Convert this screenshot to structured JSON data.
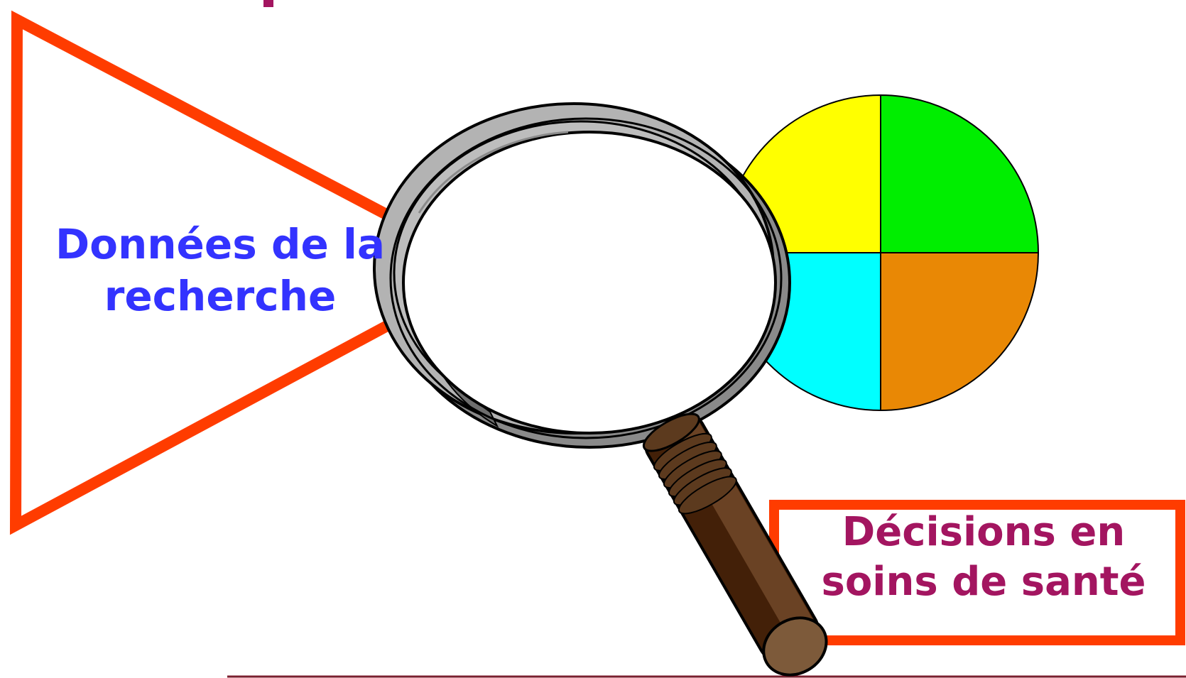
{
  "labels": {
    "research": {
      "line1": "Données de la",
      "line2": "recherche"
    },
    "decisions": {
      "line1": "Décisions en",
      "line2": "soins de santé"
    }
  },
  "colors": {
    "shape_outline": "#ff3c00",
    "research_text": "#3333ff",
    "decisions_text": "#a31560",
    "pie_yellow": "#ffff00",
    "pie_green": "#00ee00",
    "pie_cyan": "#00ffff",
    "pie_orange": "#e98805",
    "handle_brown": "#5c3a1e",
    "lens_rim_gray": "#b3b3b3"
  },
  "icons": {
    "magnifier": "magnifying-glass-icon"
  }
}
